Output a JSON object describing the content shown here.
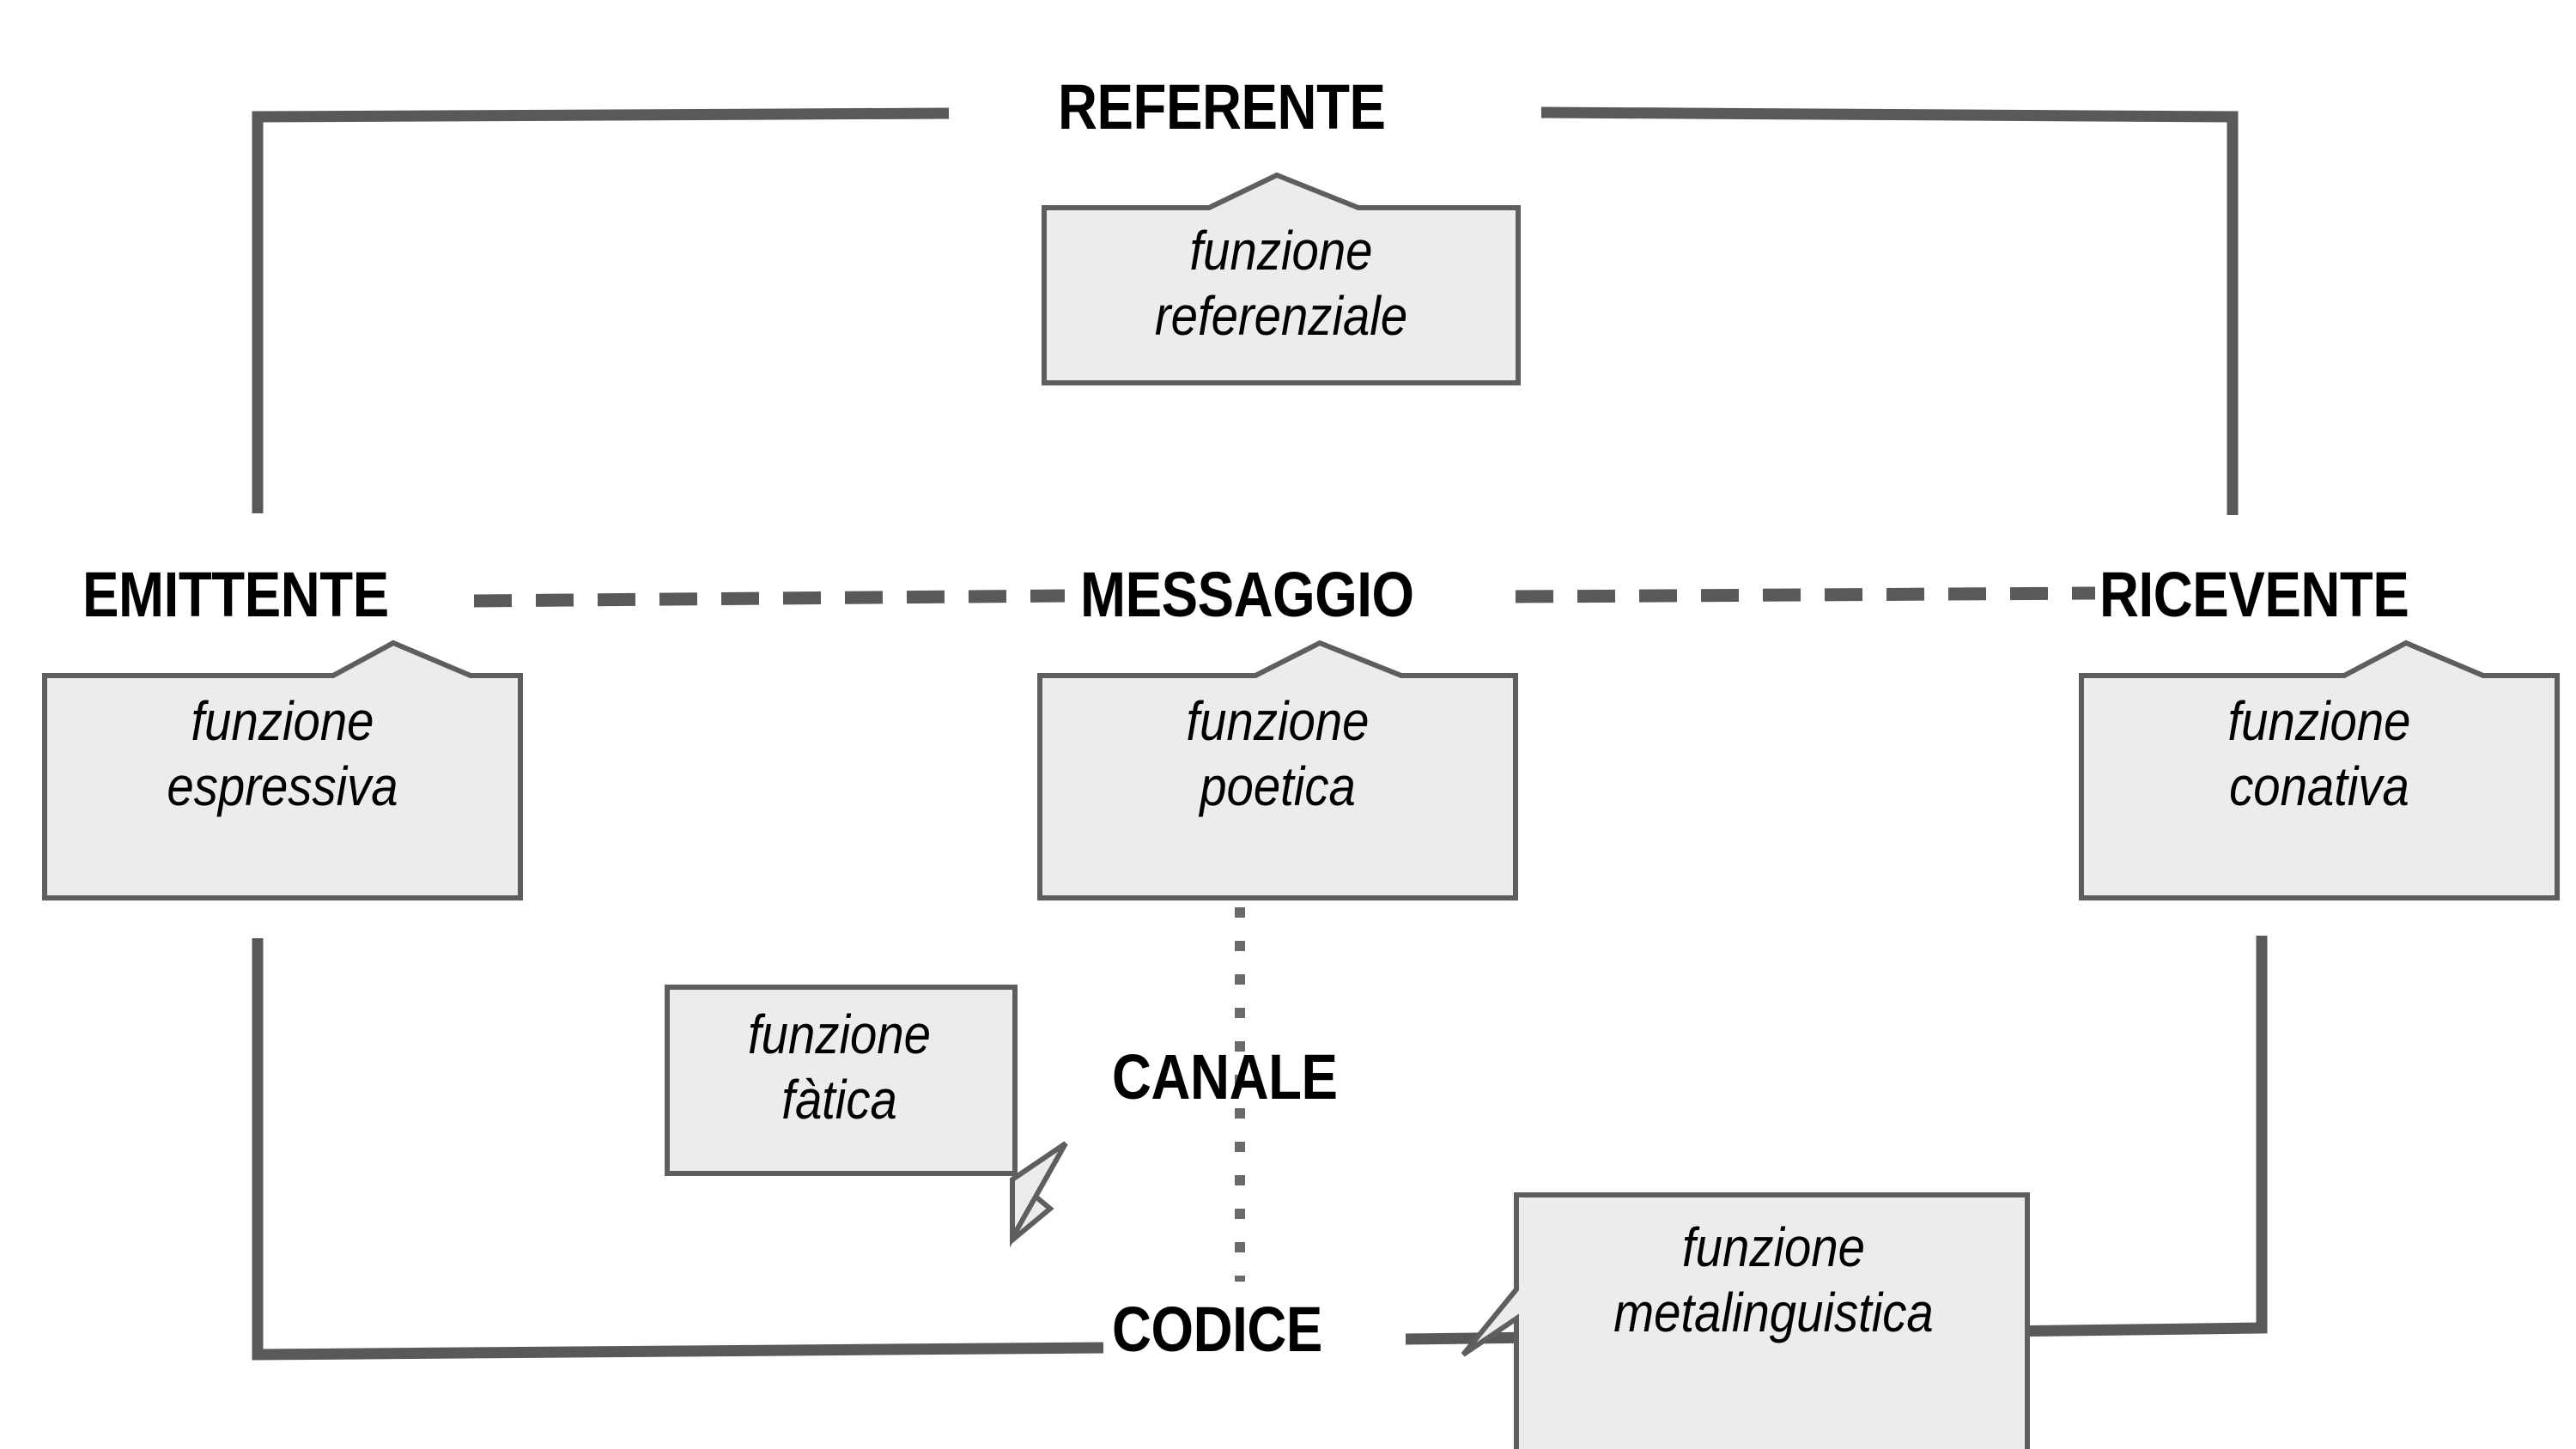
{
  "diagram": {
    "title_model": "Schema della comunicazione di Jakobson",
    "palette": {
      "background": "#ffffff",
      "line": "#595959",
      "box_fill": "#ececec",
      "box_border": "#5e5e5e",
      "text": "#000000"
    },
    "nodes": [
      {
        "id": "referente",
        "label": "REFERENTE"
      },
      {
        "id": "emittente",
        "label": "EMITTENTE"
      },
      {
        "id": "messaggio",
        "label": "MESSAGGIO"
      },
      {
        "id": "ricevente",
        "label": "RICEVENTE"
      },
      {
        "id": "canale",
        "label": "CANALE"
      },
      {
        "id": "codice",
        "label": "CODICE"
      }
    ],
    "callouts": [
      {
        "id": "referenziale",
        "for": "referente",
        "line1": "funzione",
        "line2": "referenziale",
        "tail": "up"
      },
      {
        "id": "espressiva",
        "for": "emittente",
        "line1": "funzione",
        "line2": "espressiva",
        "tail": "up"
      },
      {
        "id": "poetica",
        "for": "messaggio",
        "line1": "funzione",
        "line2": "poetica",
        "tail": "up"
      },
      {
        "id": "conativa",
        "for": "ricevente",
        "line1": "funzione",
        "line2": "conativa",
        "tail": "up"
      },
      {
        "id": "fatica",
        "for": "canale",
        "line1": "funzione",
        "line2": "fàtica",
        "tail": "right"
      },
      {
        "id": "metalinguistica",
        "for": "codice",
        "line1": "funzione",
        "line2": "metalinguistica",
        "tail": "left"
      }
    ],
    "connectors": [
      {
        "id": "frame-top-left",
        "style": "solid",
        "from": "emittente",
        "to": "referente"
      },
      {
        "id": "frame-top-right",
        "style": "solid",
        "from": "referente",
        "to": "ricevente"
      },
      {
        "id": "frame-bottom-left",
        "style": "solid",
        "from": "emittente",
        "to": "codice"
      },
      {
        "id": "frame-bottom-right",
        "style": "solid",
        "from": "codice",
        "to": "ricevente"
      },
      {
        "id": "axis-left",
        "style": "dashed",
        "from": "emittente",
        "to": "messaggio"
      },
      {
        "id": "axis-right",
        "style": "dashed",
        "from": "messaggio",
        "to": "ricevente"
      },
      {
        "id": "axis-vertical",
        "style": "dotted",
        "from": "messaggio",
        "to": "codice"
      }
    ]
  }
}
